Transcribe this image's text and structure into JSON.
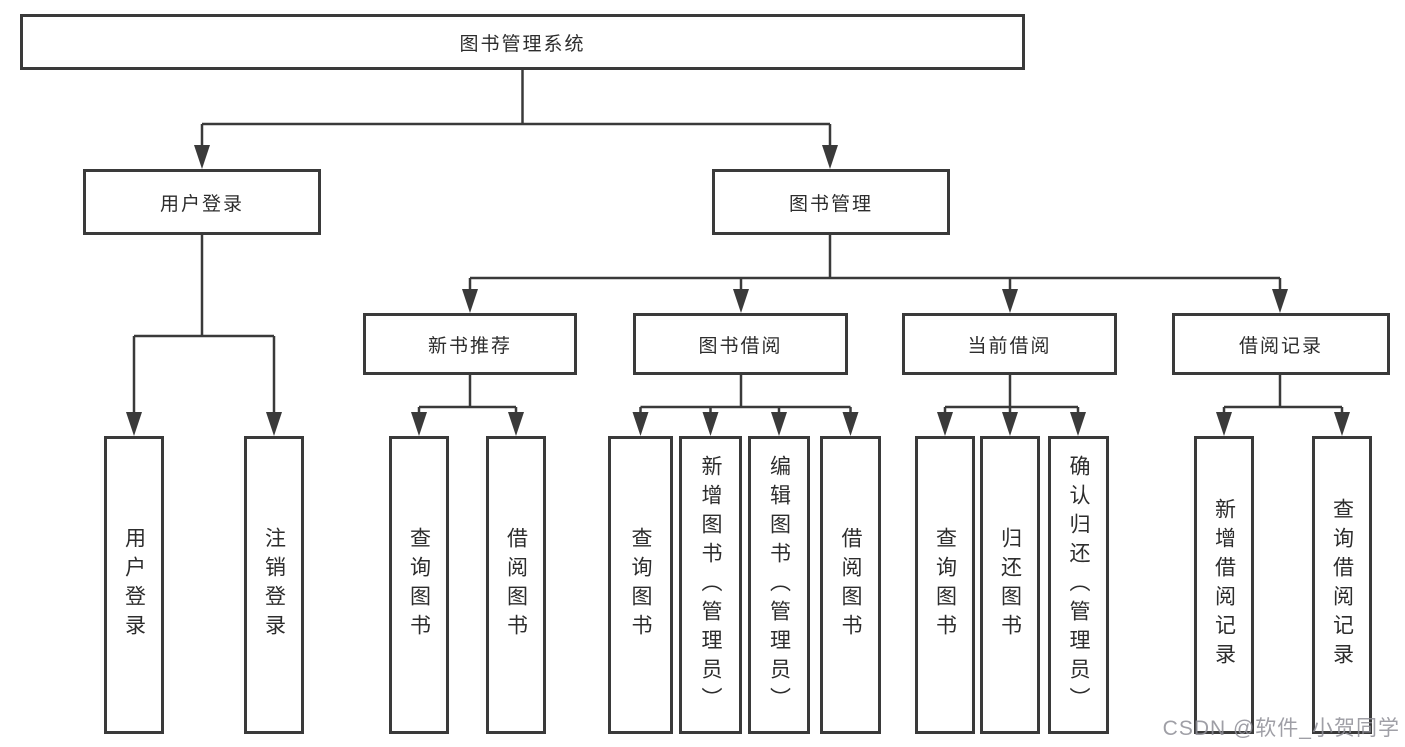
{
  "diagram": {
    "root": {
      "label": "图书管理系统"
    },
    "branches": [
      {
        "label": "用户登录",
        "children": [
          {
            "label": "用户登录"
          },
          {
            "label": "注销登录"
          }
        ]
      },
      {
        "label": "图书管理",
        "children": [
          {
            "label": "新书推荐",
            "children": [
              {
                "label": "查询图书"
              },
              {
                "label": "借阅图书"
              }
            ]
          },
          {
            "label": "图书借阅",
            "children": [
              {
                "label": "查询图书"
              },
              {
                "label": "新增图书（管理员）"
              },
              {
                "label": "编辑图书（管理员）"
              },
              {
                "label": "借阅图书"
              }
            ]
          },
          {
            "label": "当前借阅",
            "children": [
              {
                "label": "查询图书"
              },
              {
                "label": "归还图书"
              },
              {
                "label": "确认归还（管理员）"
              }
            ]
          },
          {
            "label": "借阅记录",
            "children": [
              {
                "label": "新增借阅记录"
              },
              {
                "label": "查询借阅记录"
              }
            ]
          }
        ]
      }
    ]
  },
  "colors": {
    "line": "#3a3a3a",
    "text": "#2d2d2d",
    "background": "#ffffff",
    "watermark": "#8f8f97"
  },
  "watermark": {
    "text": "CSDN @软件_小贺同学"
  }
}
